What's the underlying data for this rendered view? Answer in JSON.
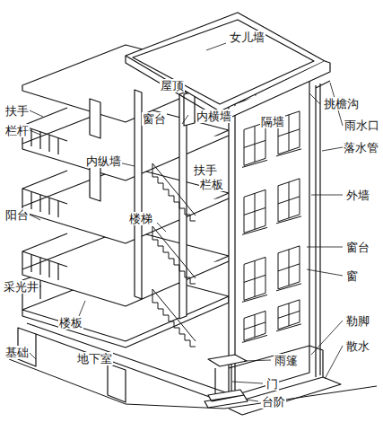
{
  "diagram": {
    "labels": [
      "女儿墙",
      "屋顶",
      "挑檐沟",
      "雨水口",
      "落水管",
      "扶手",
      "栏杆",
      "窗台",
      "内横墙",
      "隔墙",
      "外墙",
      "内纵墙",
      "扶手",
      "栏板",
      "阳台",
      "楼梯",
      "窗台",
      "窗",
      "采光井",
      "楼板",
      "勒脚",
      "散水",
      "基础",
      "地下室",
      "雨篷",
      "门",
      "台阶"
    ]
  }
}
